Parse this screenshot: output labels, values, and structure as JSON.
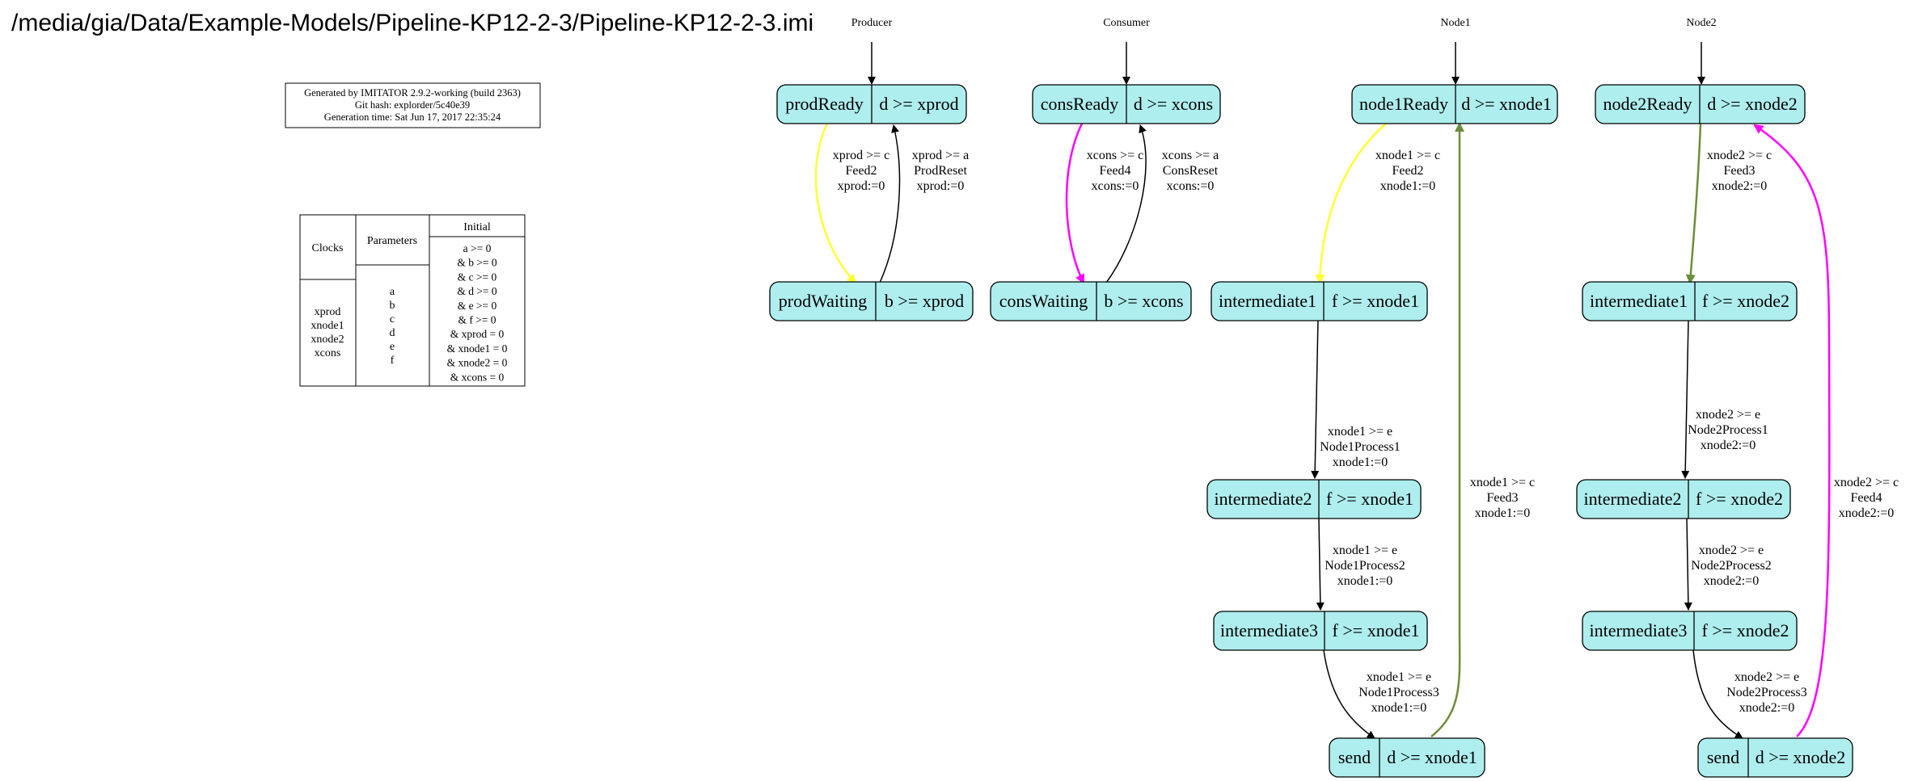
{
  "title": "/media/gia/Data/Example-Models/Pipeline-KP12-2-3/Pipeline-KP12-2-3.imi",
  "info_box": {
    "lines": [
      "Generated by IMITATOR 2.9.2-working (build 2363)",
      "Git hash: explorder/5c40e39",
      "Generation time: Sat Jun 17, 2017 22:35:24"
    ]
  },
  "variables_table": {
    "headers": [
      "Clocks",
      "Parameters",
      "Initial"
    ],
    "clocks": [
      "xprod",
      "xnode1",
      "xnode2",
      "xcons"
    ],
    "parameters": [
      "a",
      "b",
      "c",
      "d",
      "e",
      "f"
    ],
    "initial": [
      "a >= 0",
      "& b >= 0",
      "& c >= 0",
      "& d >= 0",
      "& e >= 0",
      "& f >= 0",
      "& xprod = 0",
      "& xnode1 = 0",
      "& xnode2 = 0",
      "& xcons = 0"
    ]
  },
  "components": [
    "Producer",
    "Consumer",
    "Node1",
    "Node2"
  ],
  "locations": {
    "prodReady": {
      "name": "prodReady",
      "invariant": "d >= xprod"
    },
    "prodWaiting": {
      "name": "prodWaiting",
      "invariant": "b >= xprod"
    },
    "consReady": {
      "name": "consReady",
      "invariant": "d >= xcons"
    },
    "consWaiting": {
      "name": "consWaiting",
      "invariant": "b >= xcons"
    },
    "node1Ready": {
      "name": "node1Ready",
      "invariant": "d >= xnode1"
    },
    "n1_intermediate1": {
      "name": "intermediate1",
      "invariant": "f >= xnode1"
    },
    "n1_intermediate2": {
      "name": "intermediate2",
      "invariant": "f >= xnode1"
    },
    "n1_intermediate3": {
      "name": "intermediate3",
      "invariant": "f >= xnode1"
    },
    "n1_send": {
      "name": "send",
      "invariant": "d >= xnode1"
    },
    "node2Ready": {
      "name": "node2Ready",
      "invariant": "d >= xnode2"
    },
    "n2_intermediate1": {
      "name": "intermediate1",
      "invariant": "f >= xnode2"
    },
    "n2_intermediate2": {
      "name": "intermediate2",
      "invariant": "f >= xnode2"
    },
    "n2_intermediate3": {
      "name": "intermediate3",
      "invariant": "f >= xnode2"
    },
    "n2_send": {
      "name": "send",
      "invariant": "d >= xnode2"
    }
  },
  "transitions": {
    "prod_feed2": [
      "xprod >= c",
      "Feed2",
      "xprod:=0"
    ],
    "prod_reset": [
      "xprod >= a",
      "ProdReset",
      "xprod:=0"
    ],
    "cons_feed4": [
      "xcons >= c",
      "Feed4",
      "xcons:=0"
    ],
    "cons_reset": [
      "xcons >= a",
      "ConsReset",
      "xcons:=0"
    ],
    "n1_feed2": [
      "xnode1 >= c",
      "Feed2",
      "xnode1:=0"
    ],
    "n1_process1": [
      "xnode1 >= e",
      "Node1Process1",
      "xnode1:=0"
    ],
    "n1_process2": [
      "xnode1 >= e",
      "Node1Process2",
      "xnode1:=0"
    ],
    "n1_process3": [
      "xnode1 >= e",
      "Node1Process3",
      "xnode1:=0"
    ],
    "n1_feed3": [
      "xnode1 >= c",
      "Feed3",
      "xnode1:=0"
    ],
    "n2_feed3": [
      "xnode2 >= c",
      "Feed3",
      "xnode2:=0"
    ],
    "n2_process1": [
      "xnode2 >= e",
      "Node2Process1",
      "xnode2:=0"
    ],
    "n2_process2": [
      "xnode2 >= e",
      "Node2Process2",
      "xnode2:=0"
    ],
    "n2_process3": [
      "xnode2 >= e",
      "Node2Process3",
      "xnode2:=0"
    ],
    "n2_feed4": [
      "xnode2 >= c",
      "Feed4",
      "xnode2:=0"
    ]
  },
  "colors": {
    "node_fill": "#aeeeee",
    "feed2": "#ffff33",
    "feed4": "#ff00ff",
    "feed3": "#6b8e3a",
    "default_edge": "#000000"
  }
}
